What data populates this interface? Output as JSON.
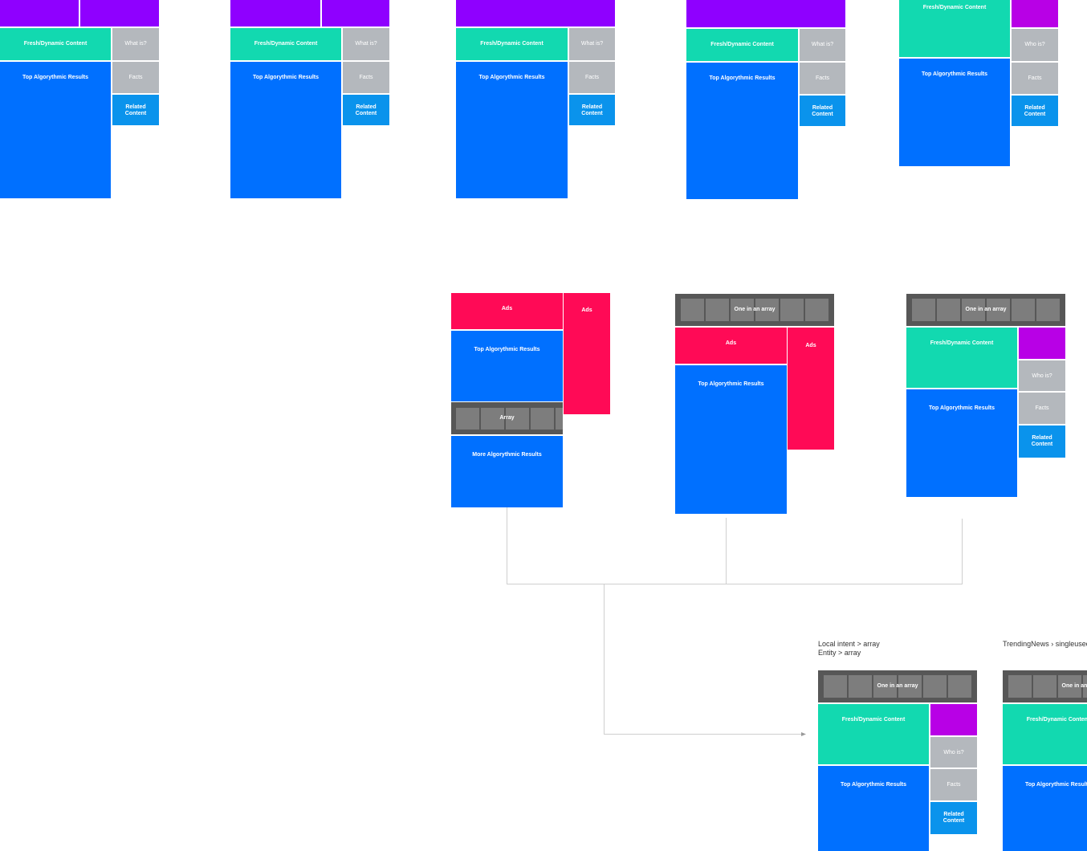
{
  "labels": {
    "fresh": "Fresh/Dynamic Content",
    "top": "Top Algorythmic Results",
    "what": "What is?",
    "who": "Who is?",
    "facts": "Facts",
    "related": "Related Content",
    "ads": "Ads",
    "array": "Array",
    "one_in_array": "One in an array",
    "more": "More Algorythmic Results"
  },
  "notes": {
    "local_intent": "Local intent > array",
    "entity": "Entity > array",
    "trending": "TrendingNews › singleused"
  },
  "colors": {
    "violet": "#8f00ff",
    "magenta": "#b800e6",
    "teal": "#12d9b0",
    "blue": "#0070ff",
    "gray": "#b4b8bd",
    "sky": "#0a93ec",
    "red": "#ff0a56",
    "dark_bar": "#575757",
    "connector": "#cfcfcf"
  }
}
